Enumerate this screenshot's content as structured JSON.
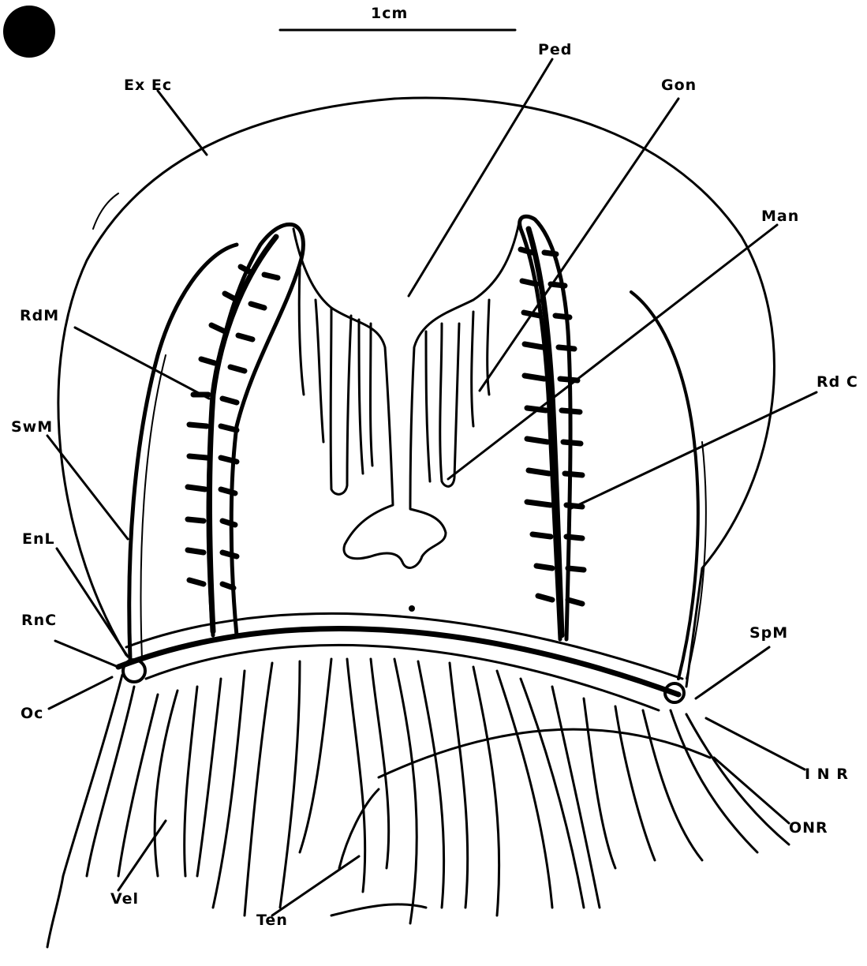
{
  "scale_bar": {
    "label": "1cm"
  },
  "labels": {
    "ex_ec": "Ex Ec",
    "ped": "Ped",
    "gon": "Gon",
    "man": "Man",
    "rad_c": "Rd C",
    "rad_m": "RdM",
    "sw_m": "SwM",
    "en_l": "EnL",
    "rn_c": "RnC",
    "oc": "Oc",
    "sp_m": "SpM",
    "inr": "I N R",
    "onr": "ONR",
    "vel": "Vel",
    "ten": "Ten"
  },
  "colors": {
    "ink": "#000000",
    "paper": "#ffffff"
  }
}
